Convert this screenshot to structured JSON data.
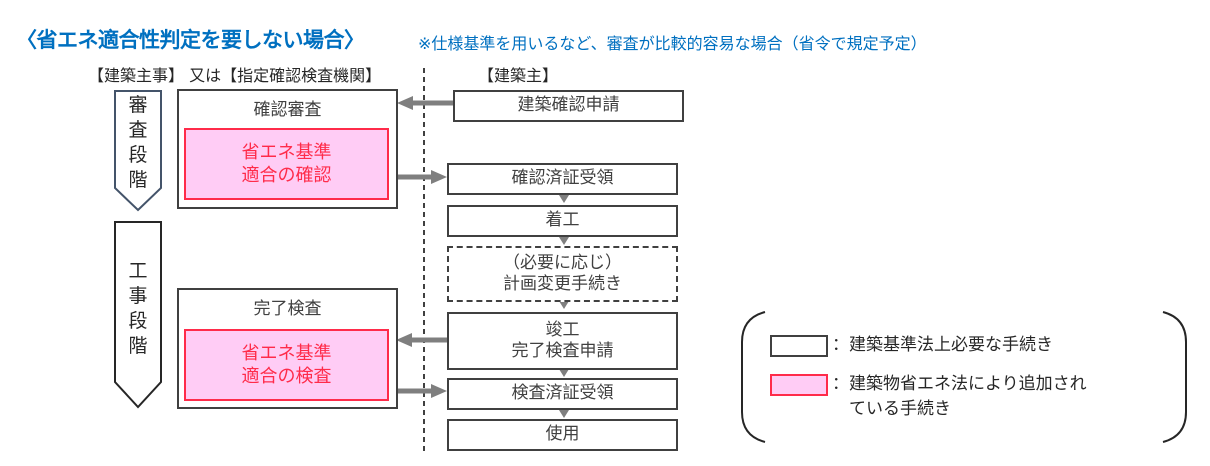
{
  "header": {
    "title": "〈省エネ適合性判定を要しない場合〉",
    "note": "※仕様基準を用いるなど、審査が比較的容易な場合（省令で規定予定）"
  },
  "columns": {
    "left": "【建築主事】 又は【指定確認検査機関】",
    "right": "【建築主】"
  },
  "stages": [
    {
      "label": "審査段階",
      "chars": [
        "審",
        "査",
        "段",
        "階"
      ],
      "border_color": "#44546a"
    },
    {
      "label": "工事段階",
      "chars": [
        "工",
        "事",
        "段",
        "階"
      ],
      "border_color": "#262626"
    }
  ],
  "authority_boxes": [
    {
      "label": "確認審査",
      "inner_lines": [
        "省エネ基準",
        "適合の確認"
      ]
    },
    {
      "label": "完了検査",
      "inner_lines": [
        "省エネ基準",
        "適合の検査"
      ]
    }
  ],
  "owner_steps": [
    {
      "lines": [
        "建築確認申請"
      ],
      "style": "solid"
    },
    {
      "lines": [
        "確認済証受領"
      ],
      "style": "solid"
    },
    {
      "lines": [
        "着工"
      ],
      "style": "solid"
    },
    {
      "lines": [
        "（必要に応じ）",
        "計画変更手続き"
      ],
      "style": "dashed"
    },
    {
      "lines": [
        "竣工",
        "完了検査申請"
      ],
      "style": "solid"
    },
    {
      "lines": [
        "検査済証受領"
      ],
      "style": "solid"
    },
    {
      "lines": [
        "使用"
      ],
      "style": "solid"
    }
  ],
  "legend": {
    "items": [
      {
        "swatch": "white",
        "lines": [
          "：建築基準法上必要な手続き"
        ]
      },
      {
        "swatch": "pink",
        "lines": [
          "：建築物省エネ法により追加され",
          "　ている手続き"
        ]
      }
    ]
  },
  "colors": {
    "title": "#0070c0",
    "pink_fill": "#ffccf5",
    "pink_border": "#ff2b4a",
    "arrow": "#7f7f7f",
    "box_border": "#404040"
  }
}
